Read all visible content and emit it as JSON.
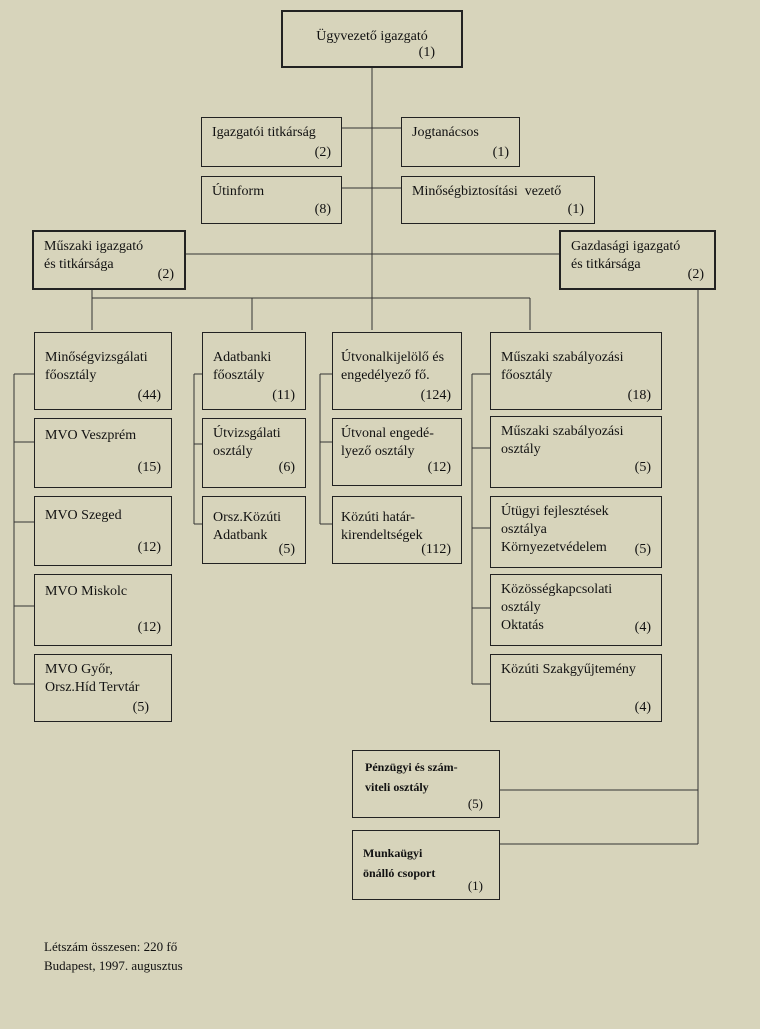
{
  "units": {
    "ceo": {
      "title": "Ügyvezető igazgató",
      "count": "(1)"
    },
    "secretariat": {
      "title": "Igazgatói titkárság",
      "count": "(2)"
    },
    "legal": {
      "title": "Jogtanácsos",
      "count": "(1)"
    },
    "utinform": {
      "title": "Útinform",
      "count": "(8)"
    },
    "quality_manager": {
      "title": "Minőségbiztosítási  vezető",
      "count": "(1)"
    },
    "tech_director": {
      "title": "Műszaki igazgató\nés titkársága",
      "count": "(2)"
    },
    "econ_director": {
      "title": "Gazdasági igazgató\nés titkársága",
      "count": "(2)"
    },
    "quality_dept": {
      "title": "Minőségvizsgálati\nfőosztály",
      "count": "(44)"
    },
    "mvo_veszprem": {
      "title": "MVO Veszprém",
      "count": "(15)"
    },
    "mvo_szeged": {
      "title": "MVO Szeged",
      "count": "(12)"
    },
    "mvo_miskolc": {
      "title": "MVO Miskolc",
      "count": "(12)"
    },
    "mvo_gyor": {
      "title": "MVO Győr,\nOrsz.Híd Tervtár",
      "count": "(5)"
    },
    "databank_dept": {
      "title": "Adatbanki\nfőosztály",
      "count": "(11)"
    },
    "road_inspection": {
      "title": "Útvizsgálati\nosztály",
      "count": "(6)"
    },
    "national_databank": {
      "title": "Orsz.Közúti\nAdatbank",
      "count": "(5)"
    },
    "route_dept": {
      "title": "Útvonalkijelölő és\nengedélyező fő.",
      "count": "(124)"
    },
    "route_permit": {
      "title": "Útvonal engedé-\nlyező osztály",
      "count": "(12)"
    },
    "border_offices": {
      "title": "Közúti határ-\nkirendeltségek",
      "count": "(112)"
    },
    "tech_reg_dept": {
      "title": "Műszaki szabályozási\nfőosztály",
      "count": "(18)"
    },
    "tech_reg": {
      "title": "Műszaki szabályozási\nosztály",
      "count": "(5)"
    },
    "road_dev": {
      "title": "Útügyi fejlesztések\nosztálya\nKörnyezetvédelem",
      "count": "(5)"
    },
    "pr": {
      "title": "Közösségkapcsolati\nosztály\nOktatás",
      "count": "(4)"
    },
    "collection": {
      "title": "Közúti Szakgyűjtemény",
      "count": "(4)"
    },
    "finance": {
      "title": "Pénzügyi és szám-\nviteli osztály",
      "count": "(5)"
    },
    "hr": {
      "title": "Munkaügyi\nönálló csoport",
      "count": "(1)"
    }
  },
  "footer": {
    "line1": "Létszám összesen: 220 fő",
    "line2": "Budapest, 1997. augusztus"
  }
}
